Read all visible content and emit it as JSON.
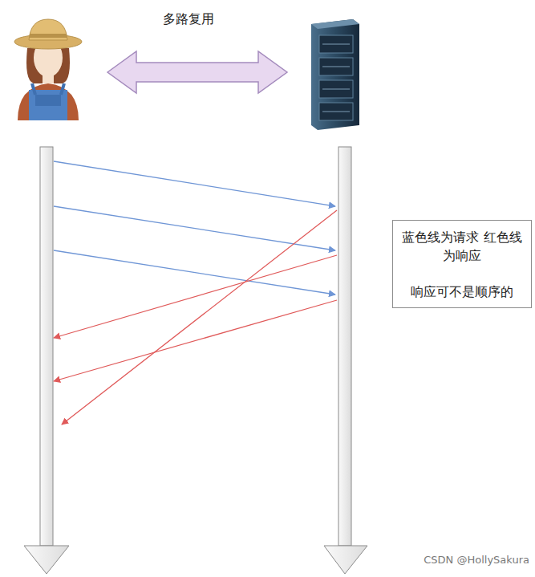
{
  "diagram": {
    "nodes": [
      {
        "text": [
          "蓝色线为请求 红色线为响应",
          "响应可不是顺序的"
        ]
      }
    ],
    "labels": [
      "多路复用",
      "CSDN @HollySakura"
    ]
  }
}
